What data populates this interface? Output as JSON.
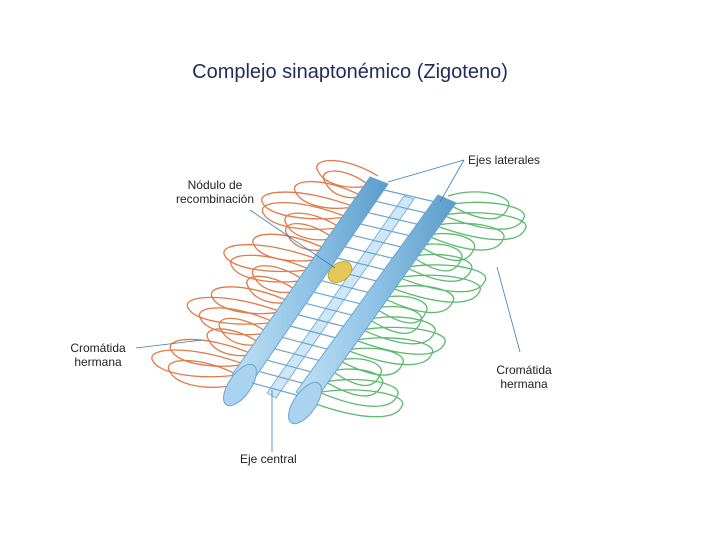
{
  "title": "Complejo sinaptonémico (Zigoteno)",
  "labels": {
    "ejes_laterales": "Ejes laterales",
    "nodulo_line1": "Nódulo de",
    "nodulo_line2": "recombinación",
    "cromatida_left_line1": "Cromátida",
    "cromatida_left_line2": "hermana",
    "cromatida_right_line1": "Cromátida",
    "cromatida_right_line2": "hermana",
    "eje_central": "Eje central"
  },
  "colors": {
    "orange_chromatid": "#e07a4a",
    "green_chromatid": "#5db96e",
    "axis_blue": "#8ec2e6",
    "axis_blue_dark": "#5a9cc9",
    "nodule": "#e3c95a",
    "title": "#1f2d5a"
  }
}
